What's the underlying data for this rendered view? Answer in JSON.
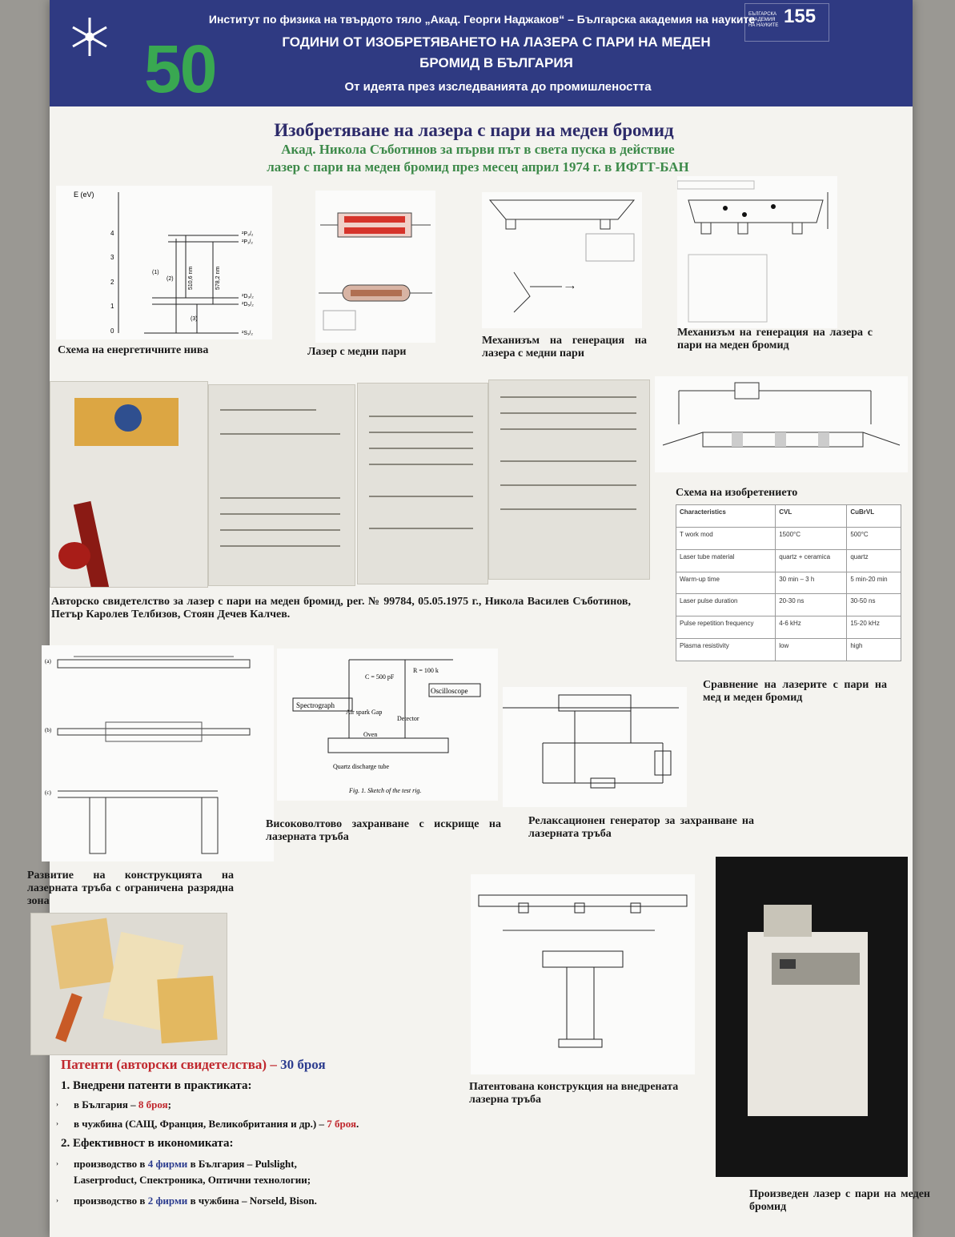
{
  "header": {
    "institute": "Институт по физика на твърдото тяло „Акад. Георги Наджаков“ – Българска академия на науките",
    "big_number": "50",
    "title_line1": "ГОДИНИ ОТ ИЗОБРЕТЯВАНЕТО НА ЛАЗЕРА С ПАРИ НА МЕДЕН",
    "title_line2": "БРОМИД В БЪЛГАРИЯ",
    "subtitle": "От идеята през изследванията до промишлеността",
    "anniversary": "155"
  },
  "main_title": "Изобретяване на лазера с пари на меден бромид",
  "lead_line1": "Акад. Никола Съботинов за първи път в света пуска в действие",
  "lead_line2": "лазер с пари на меден бромид през месец април 1974 г. в ИФТТ-БАН",
  "captions": {
    "energy_levels": "Схема на енергетичните нива",
    "copper_laser": "Лазер с медни пари",
    "mechanism_copper": "Механизъм на генерация на лазера с медни пари",
    "mechanism_cubr": "Механизъм на генерация на лазера с пари на меден бромид",
    "certificate": "Авторско свидетелство за лазер с пари на меден бромид, рег. № 99784, 05.05.1975 г., Никола Василев Съботинов, Петър Каролев Телбизов, Стоян Дечев Калчев.",
    "invention_scheme": "Схема на изобретението",
    "comparison": "Сравнение на лазерите с пари на мед и меден бромид",
    "tube_development": "Развитие на конструкцията на лазерната тръба с ограничена разрядна зона",
    "hv_supply": "Високоволтово захранване с искрище на лазерната тръба",
    "relaxation": "Релаксационен генератор за захранване на лазерната тръба",
    "patented_tube": "Патентована конструкция на внедрената лазерна тръба",
    "produced_laser": "Произведен лазер с пари на меден бромид"
  },
  "energy_diagram": {
    "axis_label": "E (eV)",
    "ticks": [
      "0",
      "1",
      "2",
      "3",
      "4"
    ],
    "level_labels": [
      "²P₃/₂",
      "²P₁/₂",
      "²D₃/₂",
      "²D₅/₂",
      "²S₁/₂"
    ],
    "transitions": [
      "510,6 nm",
      "578,2 nm"
    ],
    "marks": [
      "(1)",
      "(2)",
      "(3)"
    ]
  },
  "hv_labels": {
    "spectrograph": "Spectrograph",
    "oscilloscope": "Oscilloscope",
    "detector": "Detector",
    "gap": "Air spark Gap",
    "oven": "Oven",
    "tube": "Quartz discharge tube",
    "cap": "C = 500 pF",
    "res": "R = 100 k",
    "fig": "Fig. 1. Sketch of the test rig."
  },
  "table": {
    "headers": [
      "Characteristics",
      "CVL",
      "CuBrVL"
    ],
    "rows": [
      [
        "T work mod",
        "1500°C",
        "500°C"
      ],
      [
        "Laser tube material",
        "quartz + ceramica",
        "quartz"
      ],
      [
        "Warm-up time",
        "30 min – 3 h",
        "5 min-20 min"
      ],
      [
        "Laser pulse duration",
        "20-30 ns",
        "30-50 ns"
      ],
      [
        "Pulse repetition frequency",
        "4-6 kHz",
        "15-20 kHz"
      ],
      [
        "Plasma resistivity",
        "low",
        "high"
      ]
    ]
  },
  "patents": {
    "title": "Патенти (авторски свидетелства) – ",
    "count": "30 броя",
    "h1": "1. Внедрени патенти в практиката:",
    "l1a": "в България – ",
    "l1a_n": "8 броя",
    "l1b": "в чужбина (САЩ, Франция, Великобритания и др.) – ",
    "l1b_n": "7 броя",
    "h2": "2. Ефективност в икономиката:",
    "l2a_pre": "производство в ",
    "l2a_n": "4 фирми",
    "l2a_post": " в България – Pulslight,",
    "l2a_cont": "Laserproduct, Спектроника, Оптични технологии;",
    "l2b_pre": "производство в ",
    "l2b_n": "2 фирми",
    "l2b_post": " в чужбина – Norseld, Bison."
  },
  "colors": {
    "header_bg": "#2f3a82",
    "fifty": "#39a851",
    "title": "#2d2b6a",
    "lead": "#3d8a4a",
    "red": "#c0272d",
    "blue": "#2d3d8f"
  }
}
